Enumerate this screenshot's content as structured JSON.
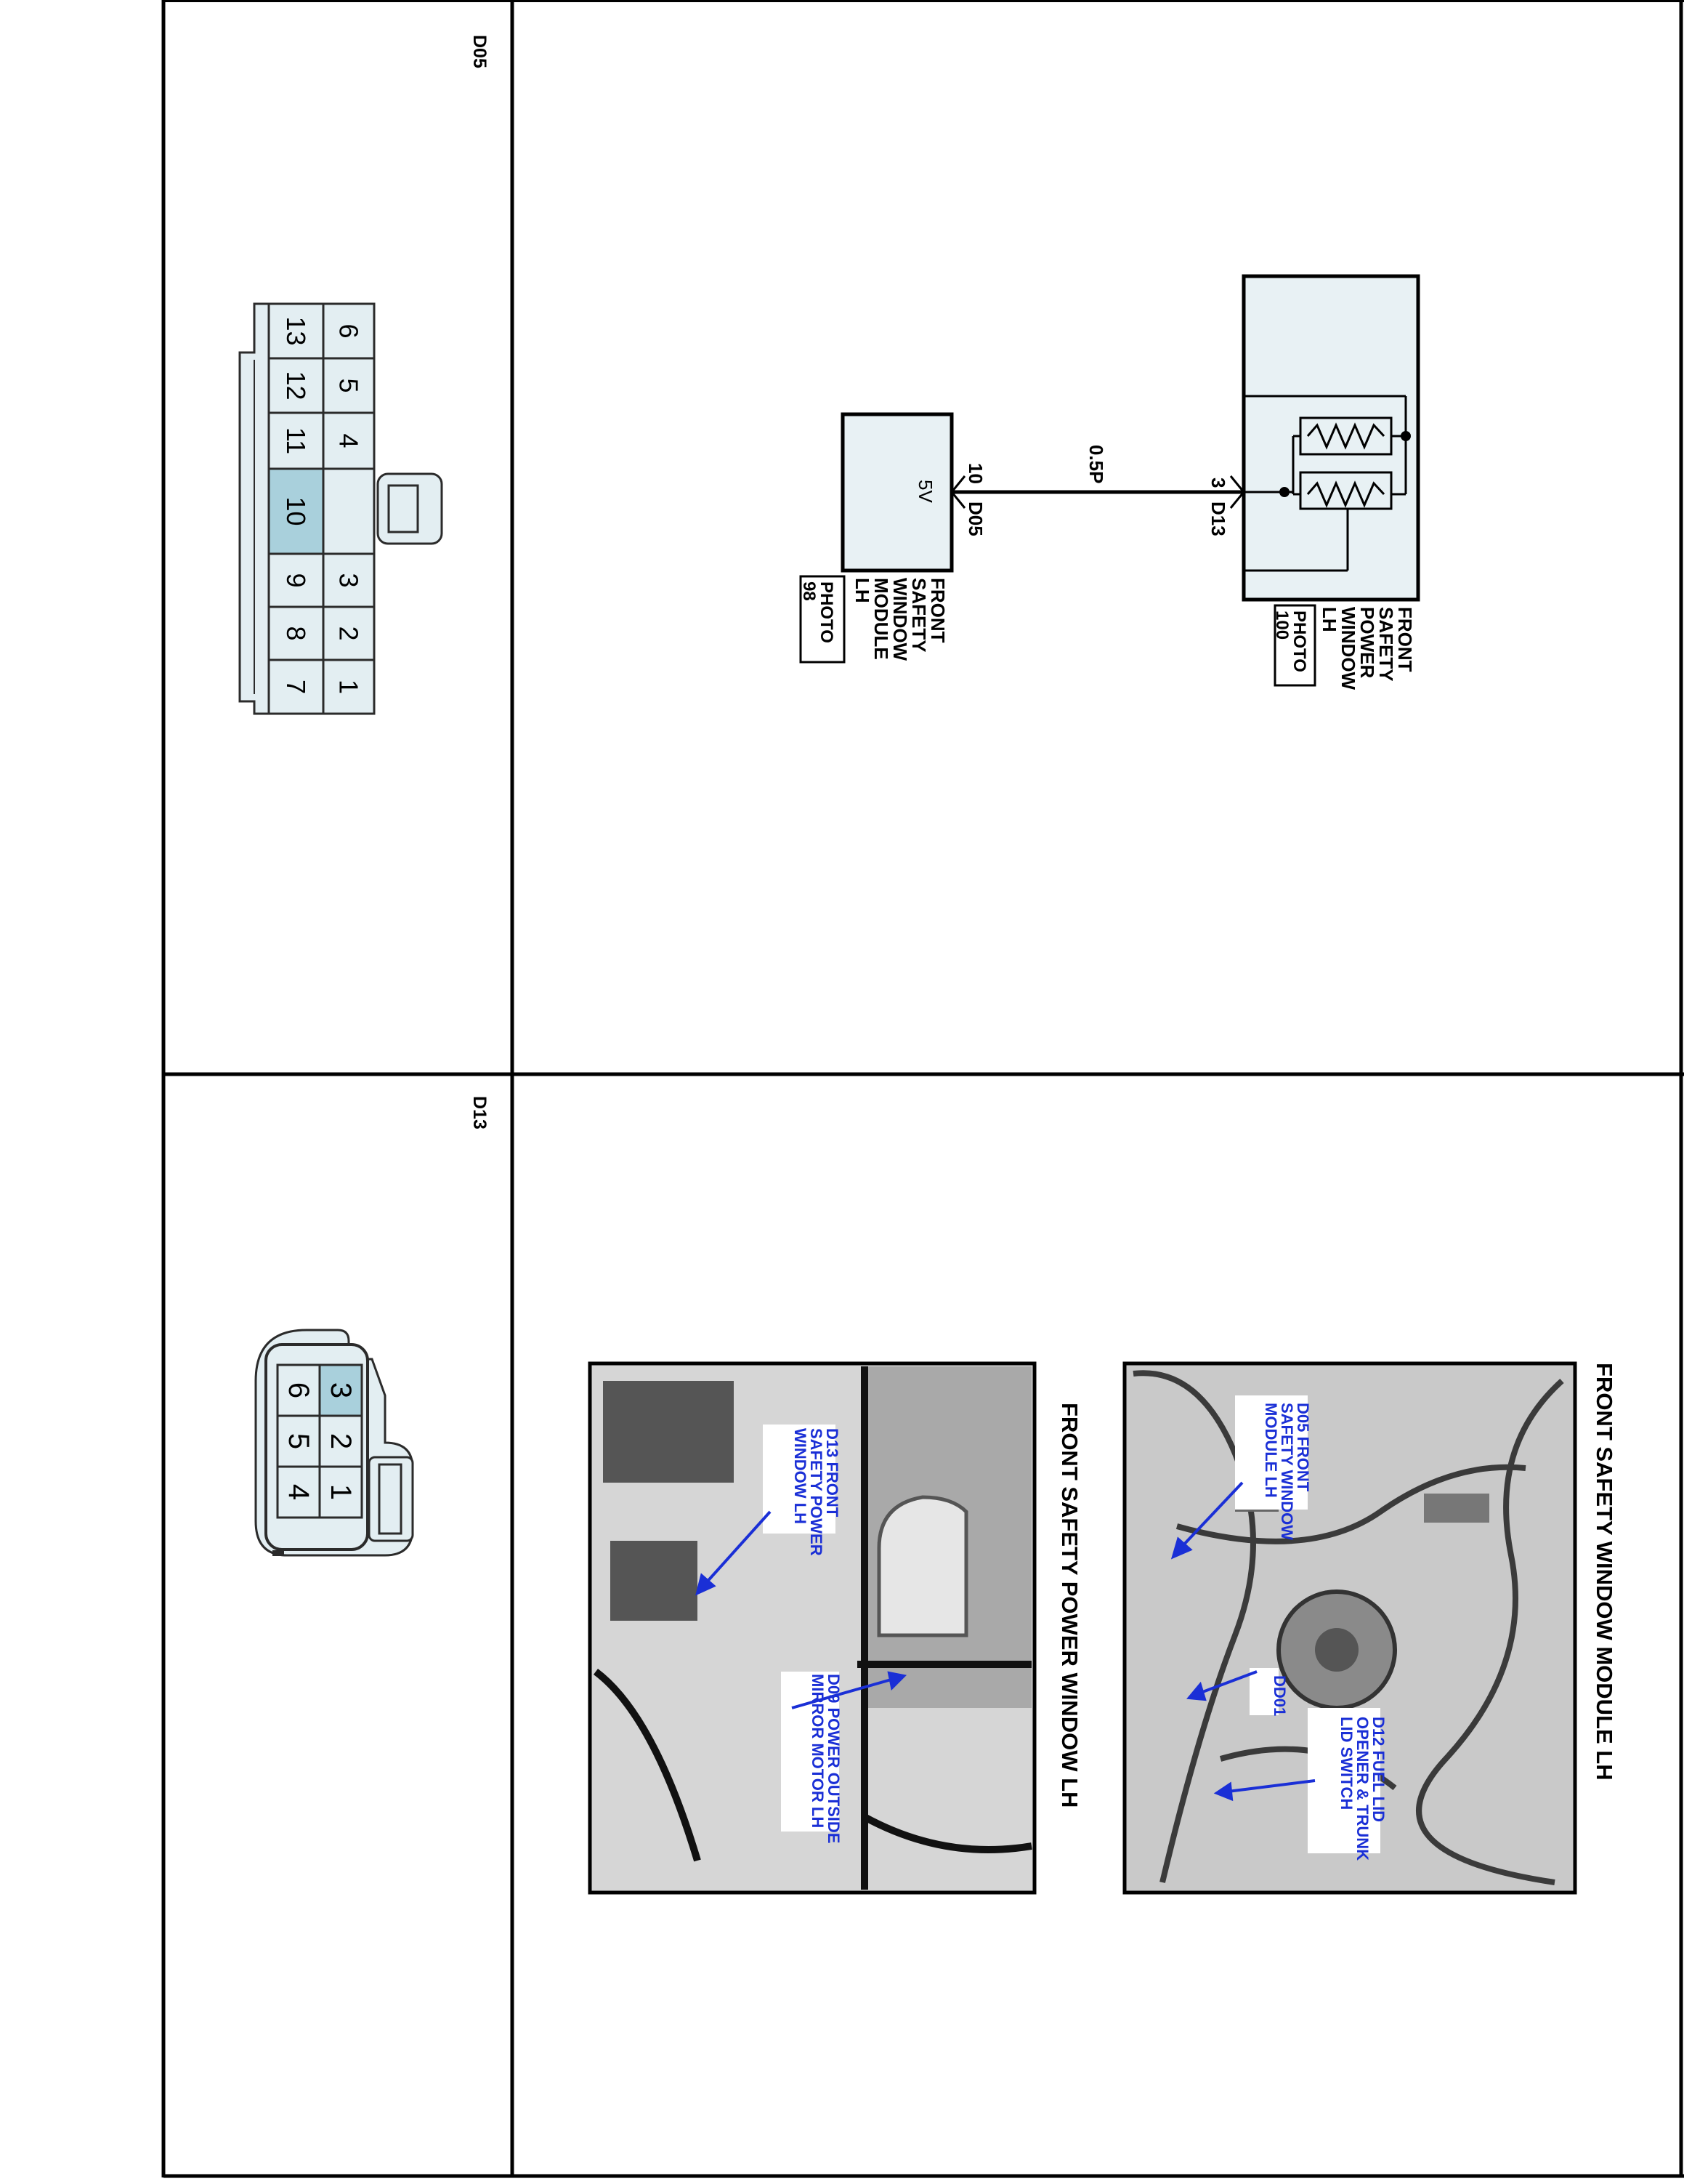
{
  "connectors": {
    "d05": {
      "label": "D05",
      "outer_row": [
        "6",
        "5",
        "4",
        "3",
        "2",
        "1"
      ],
      "inner_row": [
        "13",
        "12",
        "11",
        "10",
        "9",
        "8",
        "7"
      ],
      "highlight_pin": "10"
    },
    "d13": {
      "label": "D13",
      "top_row": [
        "3",
        "2",
        "1"
      ],
      "bottom_row": [
        "6",
        "5",
        "4"
      ],
      "highlight_pin": "3"
    }
  },
  "schematic": {
    "power_window": {
      "name_lines": [
        "FRONT",
        "SAFETY",
        "POWER",
        "WINDOW",
        "LH"
      ],
      "photo_lines": [
        "PHOTO",
        "100"
      ]
    },
    "window_module": {
      "name_lines": [
        "FRONT",
        "SAFETY",
        "WINDOW",
        "MODULE",
        "LH"
      ],
      "photo_lines": [
        "PHOTO",
        "98"
      ],
      "voltage": "5V"
    },
    "wire_color": "0.5P",
    "pin_d13": "3",
    "conn_d13": "D13",
    "pin_d05": "10",
    "conn_d05": "D05"
  },
  "photos": {
    "module_photo": {
      "title": "FRONT SAFETY WINDOW MODULE LH",
      "callout_d05": [
        "D05 FRONT",
        "SAFETY WINDOW",
        "MODULE LH"
      ],
      "callout_dd01": [
        "DD01"
      ],
      "callout_d12": [
        "D12 FUEL LID",
        "OPENER & TRUNK",
        "LID SWITCH"
      ]
    },
    "window_photo": {
      "title": "FRONT SAFETY POWER WINDOW LH",
      "callout_d13": [
        "D13 FRONT",
        "SAFETY POWER",
        "WINDOW LH"
      ],
      "callout_d09": [
        "D09 POWER OUTSIDE",
        "MIRROR MOTOR LH"
      ]
    }
  },
  "colors": {
    "connector_fill": "#e3eef2",
    "highlight_fill": "#a9d0dc",
    "component_fill": "#e8f1f4",
    "callout_text": "#1a2fd6"
  }
}
